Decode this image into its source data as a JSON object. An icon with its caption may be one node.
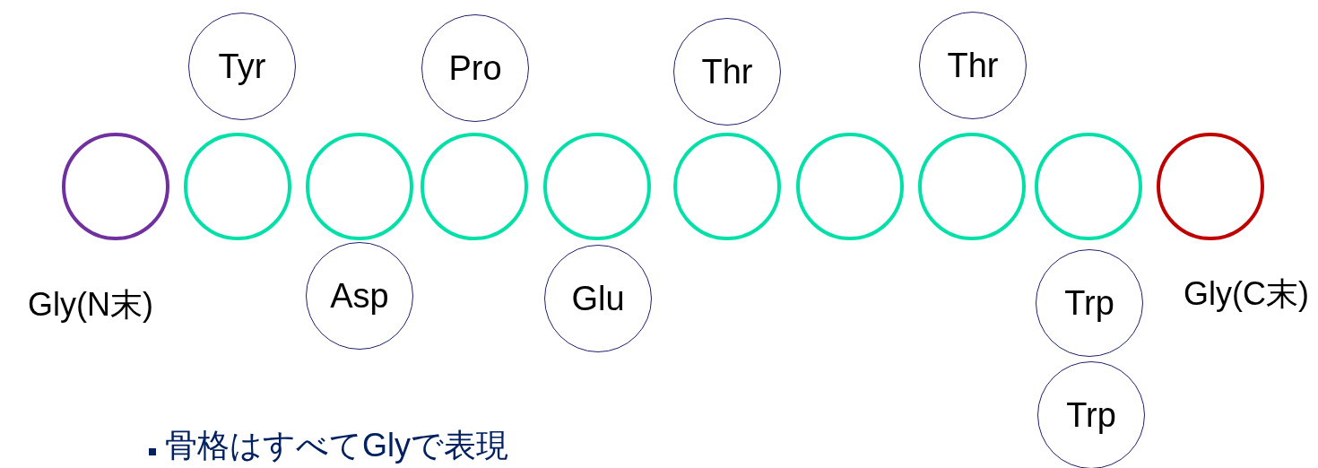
{
  "diagram": {
    "nodes": [
      {
        "text": [
          "Tyr"
        ]
      },
      {
        "text": [
          "Pro"
        ]
      },
      {
        "text": [
          "Thr"
        ]
      },
      {
        "text": [
          "Thr"
        ]
      },
      {
        "text": [],
        "shape": "circle",
        "beside": [
          "Gly(N末)"
        ]
      },
      {
        "text": [],
        "shape": "circle"
      },
      {
        "text": [],
        "shape": "circle"
      },
      {
        "text": [],
        "shape": "circle"
      },
      {
        "text": [],
        "shape": "circle"
      },
      {
        "text": [],
        "shape": "circle"
      },
      {
        "text": [],
        "shape": "circle"
      },
      {
        "text": [],
        "shape": "circle"
      },
      {
        "text": [],
        "shape": "circle"
      },
      {
        "text": [],
        "shape": "circle",
        "beside": [
          "Gly(C末)"
        ]
      },
      {
        "text": [
          "Asp"
        ]
      },
      {
        "text": [
          "Glu"
        ]
      },
      {
        "text": [
          "Trp"
        ]
      },
      {
        "text": [
          "Trp"
        ]
      }
    ],
    "labels": [
      "骨格はすべてGlyで表現"
    ]
  }
}
